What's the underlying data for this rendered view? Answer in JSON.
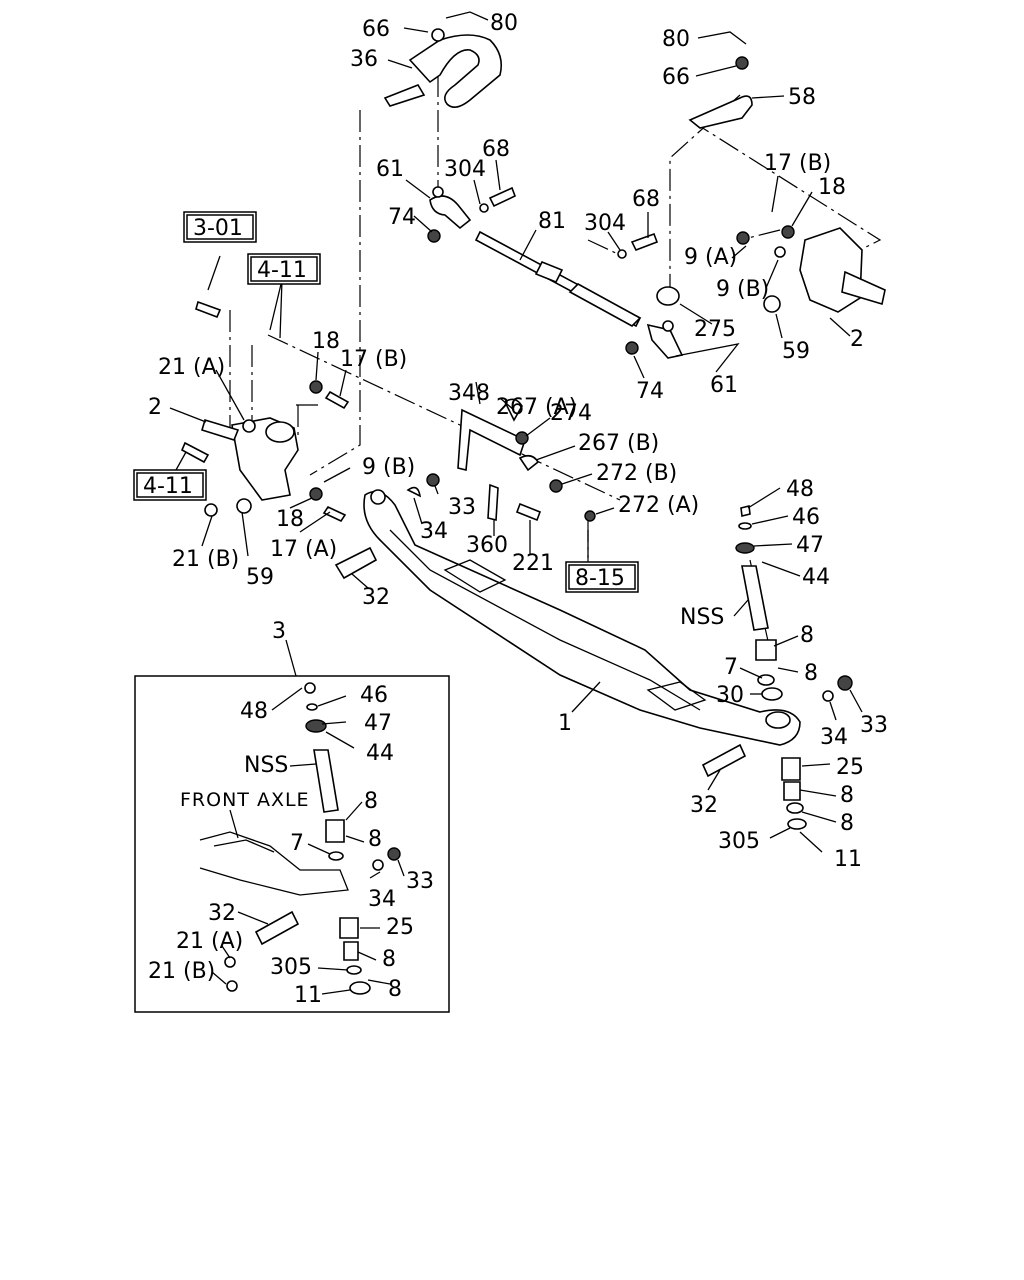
{
  "diagram": {
    "callouts": {
      "c80a": "80",
      "c66a": "66",
      "c36": "36",
      "c61a": "61",
      "c304a": "304",
      "c68a": "68",
      "c74a": "74",
      "c81": "81",
      "c304b": "304",
      "c68b": "68",
      "c80b": "80",
      "c66b": "66",
      "c58": "58",
      "c17bR": "17 (B)",
      "c18R": "18",
      "c9aR": "9 (A)",
      "c9bR": "9 (B)",
      "c275": "275",
      "c2R": "2",
      "c59R": "59",
      "c74b": "74",
      "c61b": "61",
      "c18L": "18",
      "c17bL": "17 (B)",
      "c21aL": "21 (A)",
      "c2L": "2",
      "c9bL": "9 (B)",
      "c18L2": "18",
      "c17aL": "17 (A)",
      "c21bL": "21 (B)",
      "c59L": "59",
      "c348": "348",
      "c267a": "267 (A)",
      "c274": "274",
      "c267b": "267 (B)",
      "c272b": "272 (B)",
      "c272a": "272 (A)",
      "c33a": "33",
      "c34a": "34",
      "c360": "360",
      "c221": "221",
      "c32a": "32",
      "c48R": "48",
      "c46R": "46",
      "c47R": "47",
      "c44R": "44",
      "cNSSR": "NSS",
      "c8R1": "8",
      "c7R": "7",
      "c8R2": "8",
      "c30": "30",
      "c34R": "34",
      "c33R": "33",
      "c1": "1",
      "c25R": "25",
      "c32R": "32",
      "c8R3": "8",
      "c8R4": "8",
      "c305R": "305",
      "c11R": "11",
      "c3": "3"
    },
    "refs": {
      "r301": "3-01",
      "r411a": "4-11",
      "r411b": "4-11",
      "r815": "8-15"
    },
    "inset": {
      "caption": "FRONT  AXLE",
      "callouts": {
        "i48": "48",
        "i46": "46",
        "i47": "47",
        "i44": "44",
        "iNSS": "NSS",
        "i8a": "8",
        "i7": "7",
        "i8b": "8",
        "i34": "34",
        "i33": "33",
        "i32": "32",
        "i25": "25",
        "i21a": "21 (A)",
        "i21b": "21 (B)",
        "i305": "305",
        "i8c": "8",
        "i11": "11",
        "i8d": "8"
      }
    }
  }
}
